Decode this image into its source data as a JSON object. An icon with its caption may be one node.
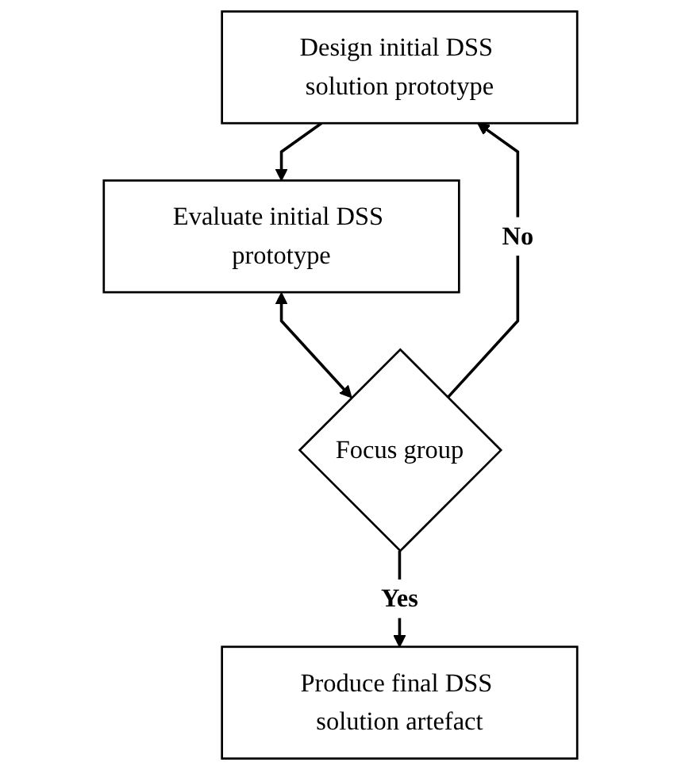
{
  "diagram": {
    "nodes": [
      {
        "text": [
          "Design initial DSS solution prototype"
        ]
      },
      {
        "text": [
          "Evaluate initial DSS prototype"
        ]
      },
      {
        "text": [
          "Focus group"
        ]
      },
      {
        "text": [
          "Produce final DSS solution artefact"
        ]
      }
    ],
    "edges": [
      {
        "from": 0,
        "to": 1,
        "arrow": "to"
      },
      {
        "from": 2,
        "to": 0,
        "arrow": "to",
        "label": "No"
      },
      {
        "from": 1,
        "to": 2,
        "arrow": "both"
      },
      {
        "from": 2,
        "to": 3,
        "arrow": "to",
        "label": "Yes"
      }
    ]
  }
}
